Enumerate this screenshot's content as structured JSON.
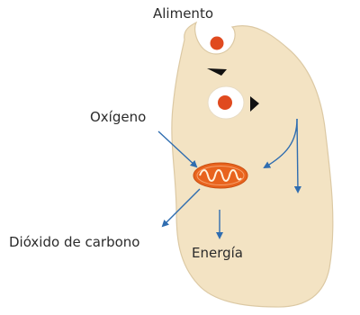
{
  "labels": {
    "food": "Alimento",
    "oxygen": "Oxígeno",
    "carbon_dioxide": "Dióxido de carbono",
    "energy": "Energía"
  },
  "colors": {
    "cell_fill": "#f3e3c3",
    "cell_border": "#d9c6a0",
    "food_particle": "#e04a1f",
    "vacuole_fill": "#ffffff",
    "mitochondrion": "#e8631d",
    "arrows": "#2f6db0",
    "pointer_arrows": "#111111"
  }
}
